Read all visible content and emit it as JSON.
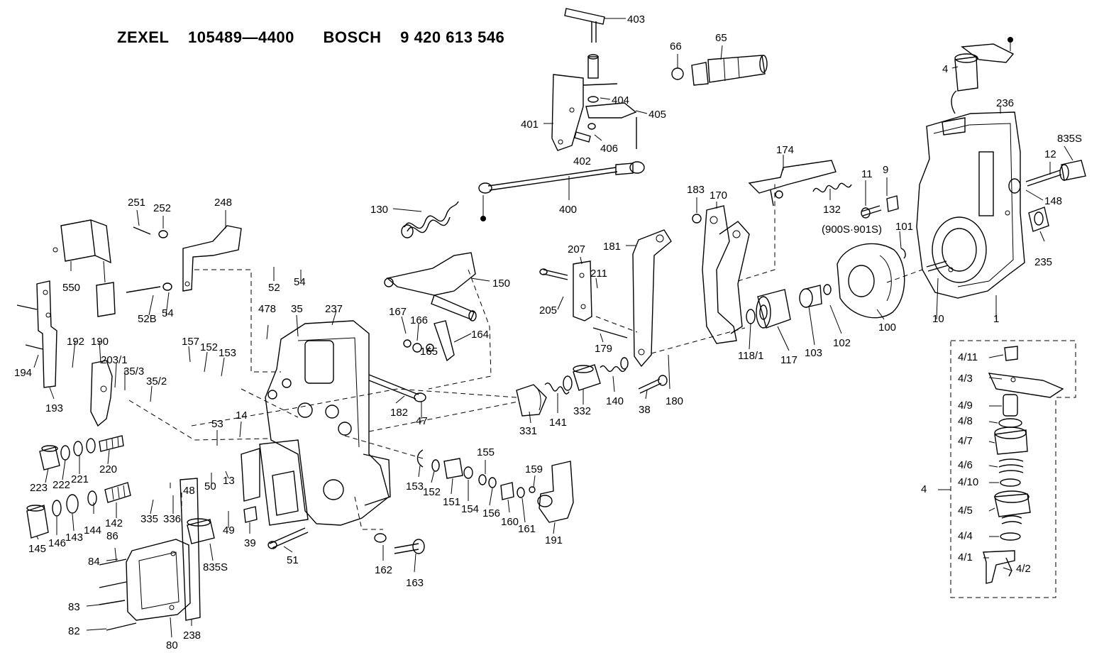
{
  "header": {
    "brand1": "ZEXEL",
    "part1": "105489—4400",
    "brand2": "BOSCH",
    "part2": "9 420 613 546"
  },
  "labels": [
    "403",
    "66",
    "65",
    "404",
    "405",
    "401",
    "406",
    "402",
    "4",
    "236",
    "835S",
    "12",
    "148",
    "174",
    "183",
    "170",
    "11",
    "9",
    "132",
    "(900S·901S)",
    "101",
    "235",
    "400",
    "130",
    "251",
    "252",
    "248",
    "550",
    "52",
    "54",
    "52B",
    "478",
    "35",
    "237",
    "207",
    "181",
    "211",
    "205",
    "167",
    "166",
    "164",
    "165",
    "150",
    "10",
    "1",
    "157",
    "152",
    "153",
    "179",
    "180",
    "100",
    "102",
    "103",
    "117",
    "118/1",
    "140",
    "38",
    "332",
    "141",
    "331",
    "192",
    "190",
    "194",
    "203/1",
    "35/3",
    "35/2",
    "193",
    "182",
    "47",
    "53",
    "14",
    "223",
    "222",
    "221",
    "220",
    "48",
    "50",
    "13",
    "335",
    "336",
    "49",
    "142",
    "144",
    "143",
    "145",
    "146",
    "86",
    "84",
    "83",
    "82",
    "80",
    "238",
    "835S",
    "51",
    "39",
    "162",
    "163",
    "155",
    "159",
    "153",
    "152",
    "151",
    "154",
    "156",
    "160",
    "161",
    "191",
    "4/11",
    "4/3",
    "4/9",
    "4/8",
    "4/7",
    "4/6",
    "4/10",
    "4/5",
    "4/4",
    "4/1",
    "4/2",
    "4"
  ],
  "icons": [
    "fuel-injection-pump-housing",
    "governor-cover",
    "lever-assembly",
    "spring",
    "control-rod",
    "bracket",
    "screw",
    "washer",
    "nut",
    "timing-device",
    "solenoid-valve",
    "shaft-subassembly"
  ]
}
